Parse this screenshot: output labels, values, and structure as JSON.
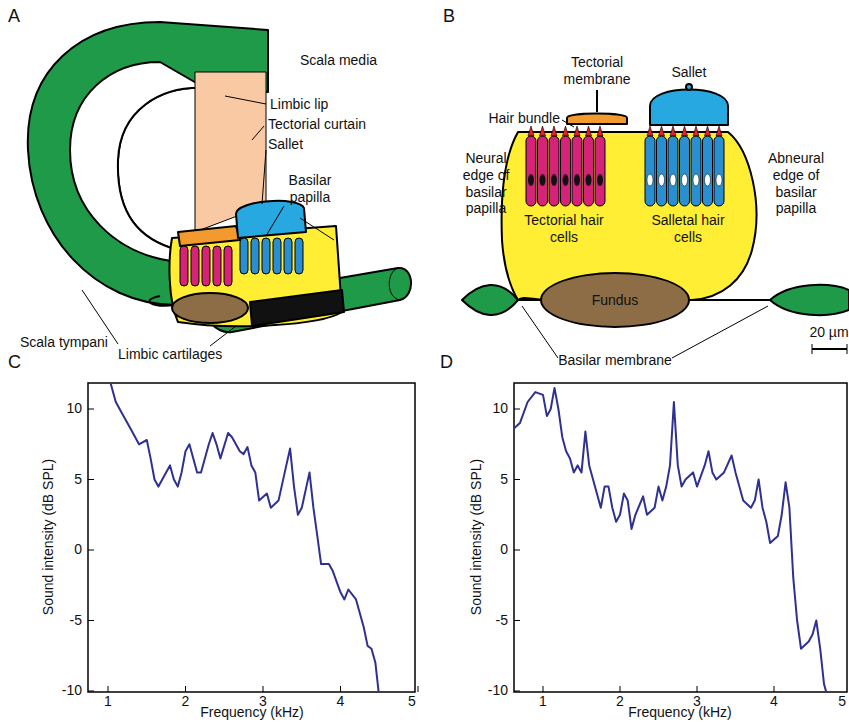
{
  "diagram": {
    "nodes": [
      {
        "text": [
          "Fundus"
        ]
      }
    ],
    "labels": [
      "A",
      "Scala media",
      "Limbic lip",
      "Tectorial curtain",
      "Sallet",
      "Basilar papilla",
      "Scala tympani",
      "Limbic cartilages",
      "B",
      "Tectorial membrane",
      "Sallet",
      "Hair bundle",
      "Neural edge of basilar papilla",
      "Tectorial hair cells",
      "Salletal hair cells",
      "Abneural edge of basilar papilla",
      "Basilar membrane",
      "20 µm",
      "C",
      "Sound intensity (dB SPL)",
      "Frequency (kHz)",
      "10",
      "5",
      "0",
      "-5",
      "-10",
      "1",
      "2",
      "3",
      "4",
      "5",
      "D",
      "Sound intensity (dB SPL)",
      "Frequency (kHz)",
      "10",
      "5",
      "0",
      "-5",
      "-10",
      "1",
      "2",
      "3",
      "4",
      "5"
    ]
  }
}
